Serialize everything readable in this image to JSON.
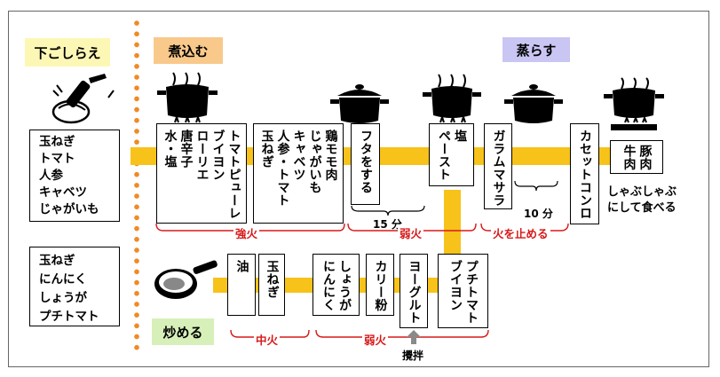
{
  "stages": {
    "prep": "下ごしらえ",
    "stew": "煮込む",
    "steam": "蒸らす",
    "fry": "炒める"
  },
  "prep_lists": {
    "top": [
      "玉ねぎ",
      "トマト",
      "人参",
      "キャベツ",
      "じゃがいも"
    ],
    "bottom": [
      "玉ねぎ",
      "にんにく",
      "しょうが",
      "プチトマト"
    ]
  },
  "stew_steps": {
    "box1": [
      "トマトピューレ",
      "ブイヨン",
      "ローリエ",
      "唐辛子",
      "水・塩"
    ],
    "box2": [
      "鶏モモ肉",
      "じゃがいも",
      "キャベツ",
      "人参・トマト",
      "玉ねぎ"
    ],
    "box3": [
      "フタをする"
    ],
    "box4": [
      "塩",
      "ペースト"
    ],
    "box5": [
      "ガラムマサラ"
    ],
    "box6": [
      "カセットコンロ"
    ],
    "meat_box": [
      "豚肉",
      "牛肉"
    ]
  },
  "fry_steps": {
    "oil": "油",
    "onion": "玉ねぎ",
    "garlic": [
      "しょうが",
      "にんにく"
    ],
    "curry": "カリー粉",
    "yogurt": "ヨーグルト",
    "bouillon": [
      "プチトマト",
      "ブイヨン"
    ]
  },
  "heat_labels": {
    "strong": "強火",
    "weak_top": "弱火",
    "stop": "火を止める",
    "medium": "中火",
    "weak_bottom": "弱火"
  },
  "time_labels": {
    "t15": "15 分",
    "t10": "10 分"
  },
  "shabu_note": [
    "しゃぶしゃぶ",
    "にして食べる"
  ],
  "stir_label": "攪拌",
  "colors": {
    "accent_bar": "#f7c21a",
    "heat_line": "#d81818",
    "dots": "#f08a24",
    "tag_prep": "#fdf7b5",
    "tag_stew": "#f8c98b",
    "tag_steam": "#c9c6f3",
    "tag_fry": "#d7f0b9"
  }
}
